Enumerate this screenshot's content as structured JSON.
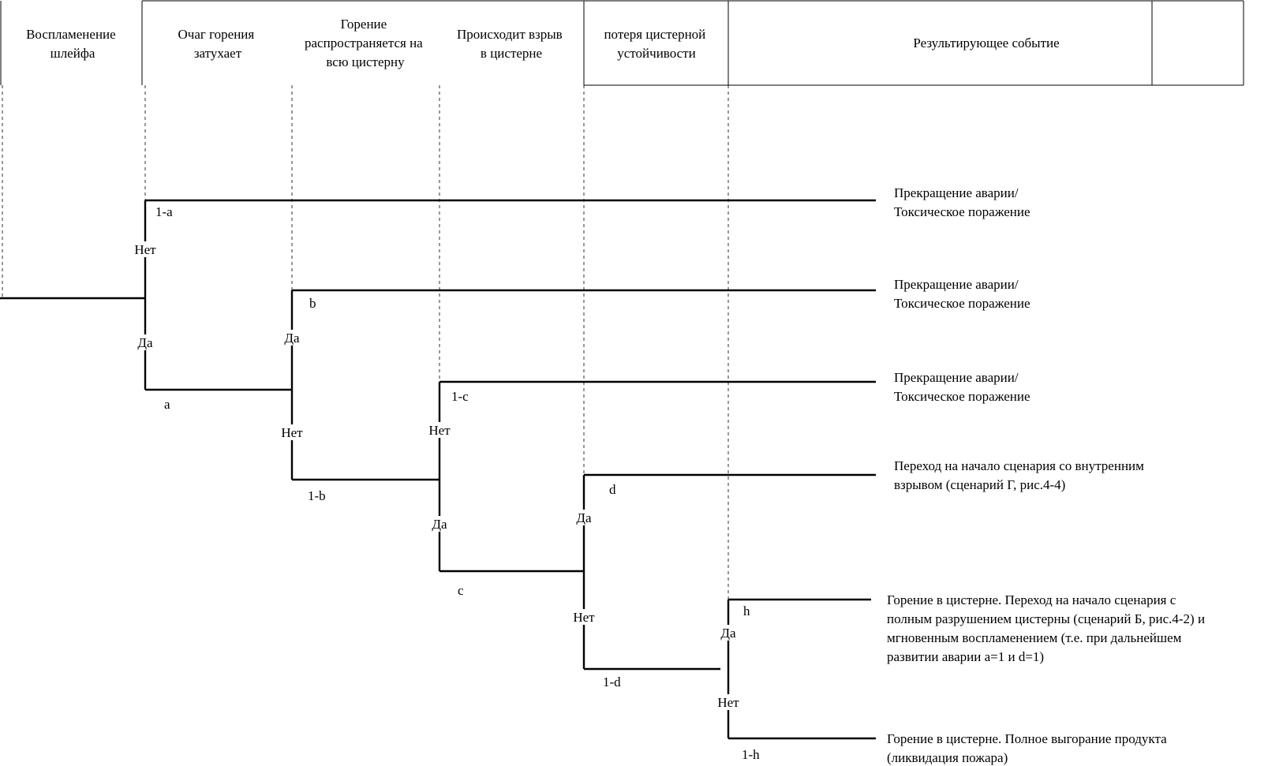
{
  "header": {
    "columns": [
      {
        "key": "ignition",
        "lines": [
          "Воспламенение",
          "шлейфа"
        ]
      },
      {
        "key": "extinguish",
        "lines": [
          "Очаг горения",
          "затухает"
        ]
      },
      {
        "key": "spread",
        "lines": [
          "Горение",
          "распространяется на",
          "всю цистерну"
        ]
      },
      {
        "key": "explosion",
        "lines": [
          "Происходит взрыв",
          "в цистерне"
        ]
      },
      {
        "key": "stability",
        "lines": [
          "потеря цистерной",
          "устойчивости"
        ]
      },
      {
        "key": "result",
        "lines": [
          "Результирующее событие"
        ]
      }
    ]
  },
  "labels": {
    "yes": "Да",
    "no": "Нет"
  },
  "probabilities": {
    "p1": "1-a",
    "p2": "a",
    "p3": "b",
    "p4": "1-b",
    "p5": "1-c",
    "p6": "c",
    "p7": "d",
    "p8": "1-d",
    "p9": "h",
    "p10": "1-h"
  },
  "outcomes": [
    {
      "lines": [
        "Прекращение аварии/",
        "Токсическое поражение"
      ]
    },
    {
      "lines": [
        "Прекращение аварии/",
        "Токсическое поражение"
      ]
    },
    {
      "lines": [
        "Прекращение аварии/",
        "Токсическое поражение"
      ]
    },
    {
      "lines": [
        "Переход на начало сценария со внутренним",
        "взрывом (сценарий Г, рис.4-4)"
      ]
    },
    {
      "lines": [
        "Горение в цистерне.  Переход на начало сценария  с",
        "полным разрушением цистерны (сценарий Б, рис.4-2) и",
        "мгновенным воспламенением (т.е. при дальнейшем",
        "развитии аварии a=1 и d=1)"
      ]
    },
    {
      "lines": [
        "Горение в цистерне. Полное выгорание продукта",
        "(ликвидация пожара)"
      ]
    }
  ]
}
